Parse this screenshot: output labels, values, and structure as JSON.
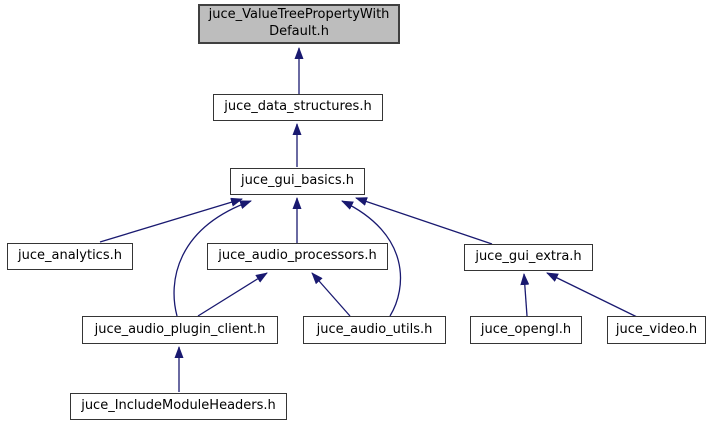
{
  "diagram": {
    "type": "include-dependency-graph",
    "root_node": "juce_ValueTreePropertyWithDefault.h",
    "colors": {
      "background": "#ffffff",
      "edge": "#191970",
      "node_fill": "#ffffff",
      "node_border": "#353535",
      "root_fill": "#bdbdbd",
      "root_border": "#404040",
      "text": "#000000"
    },
    "nodes": {
      "valuetree": {
        "label": "juce_ValueTreePropertyWithDefault.h",
        "line1": "juce_ValueTreePropertyWith",
        "line2": "Default.h"
      },
      "data_structures": {
        "label": "juce_data_structures.h"
      },
      "gui_basics": {
        "label": "juce_gui_basics.h"
      },
      "analytics": {
        "label": "juce_analytics.h"
      },
      "audio_processors": {
        "label": "juce_audio_processors.h"
      },
      "gui_extra": {
        "label": "juce_gui_extra.h"
      },
      "audio_plugin_client": {
        "label": "juce_audio_plugin_client.h"
      },
      "audio_utils": {
        "label": "juce_audio_utils.h"
      },
      "opengl": {
        "label": "juce_opengl.h"
      },
      "video": {
        "label": "juce_video.h"
      },
      "include_module_headers": {
        "label": "juce_IncludeModuleHeaders.h"
      }
    },
    "edges": [
      {
        "from": "juce_data_structures.h",
        "to": "juce_ValueTreePropertyWithDefault.h"
      },
      {
        "from": "juce_gui_basics.h",
        "to": "juce_data_structures.h"
      },
      {
        "from": "juce_analytics.h",
        "to": "juce_gui_basics.h"
      },
      {
        "from": "juce_audio_processors.h",
        "to": "juce_gui_basics.h"
      },
      {
        "from": "juce_gui_extra.h",
        "to": "juce_gui_basics.h"
      },
      {
        "from": "juce_audio_plugin_client.h",
        "to": "juce_gui_basics.h"
      },
      {
        "from": "juce_audio_utils.h",
        "to": "juce_gui_basics.h"
      },
      {
        "from": "juce_audio_plugin_client.h",
        "to": "juce_audio_processors.h"
      },
      {
        "from": "juce_audio_utils.h",
        "to": "juce_audio_processors.h"
      },
      {
        "from": "juce_opengl.h",
        "to": "juce_gui_extra.h"
      },
      {
        "from": "juce_video.h",
        "to": "juce_gui_extra.h"
      },
      {
        "from": "juce_IncludeModuleHeaders.h",
        "to": "juce_audio_plugin_client.h"
      }
    ]
  }
}
